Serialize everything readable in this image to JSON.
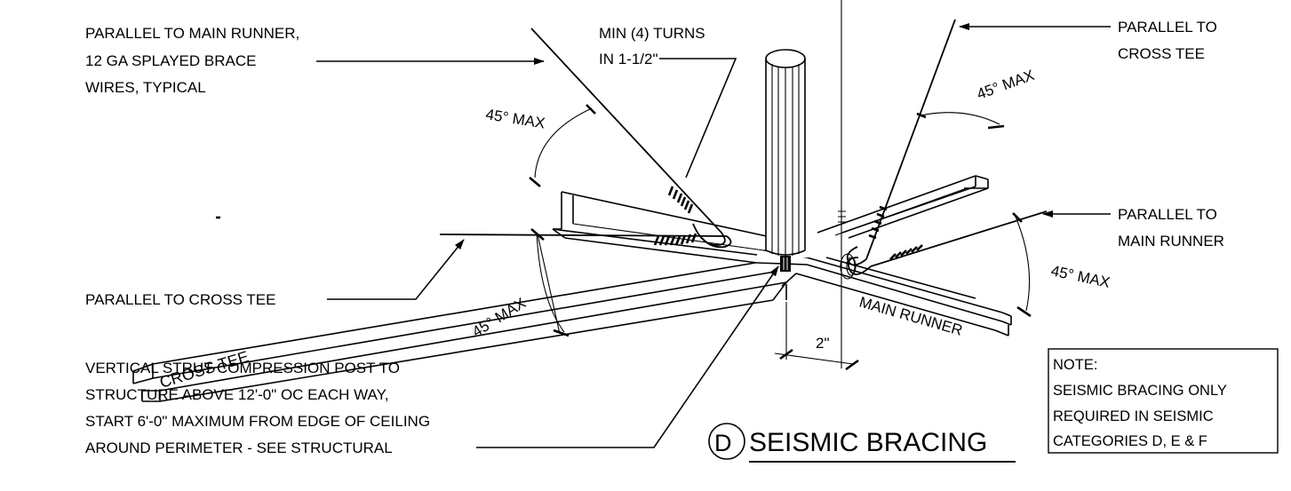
{
  "callouts": {
    "brace_wires": [
      "PARALLEL TO MAIN RUNNER,",
      "12 GA SPLAYED BRACE",
      "WIRES, TYPICAL"
    ],
    "turns": [
      "MIN (4) TURNS",
      "IN 1-1/2\""
    ],
    "parallel_cross_tee_top": [
      "PARALLEL TO",
      "CROSS TEE"
    ],
    "parallel_main_runner_right": [
      "PARALLEL TO",
      "MAIN RUNNER"
    ],
    "parallel_cross_tee_left": "PARALLEL TO CROSS TEE",
    "strut": [
      "VERTICAL STRUT COMPRESSION POST TO",
      "STRUCTURE ABOVE 12'-0\" OC EACH WAY,",
      "START 6'-0\" MAXIMUM FROM EDGE OF CEILING",
      "AROUND PERIMETER - SEE STRUCTURAL"
    ]
  },
  "angles": {
    "top_left": "45° MAX",
    "top_right": "45° MAX",
    "left": "45° MAX",
    "right": "45° MAX"
  },
  "members": {
    "cross_tee": "CROSS TEE",
    "main_runner": "MAIN RUNNER"
  },
  "dimension": "2\"",
  "title": {
    "letter": "D",
    "text": "SEISMIC BRACING"
  },
  "note": {
    "heading": "NOTE:",
    "lines": [
      "SEISMIC BRACING ONLY",
      "REQUIRED IN SEISMIC",
      "CATEGORIES D, E & F"
    ]
  }
}
